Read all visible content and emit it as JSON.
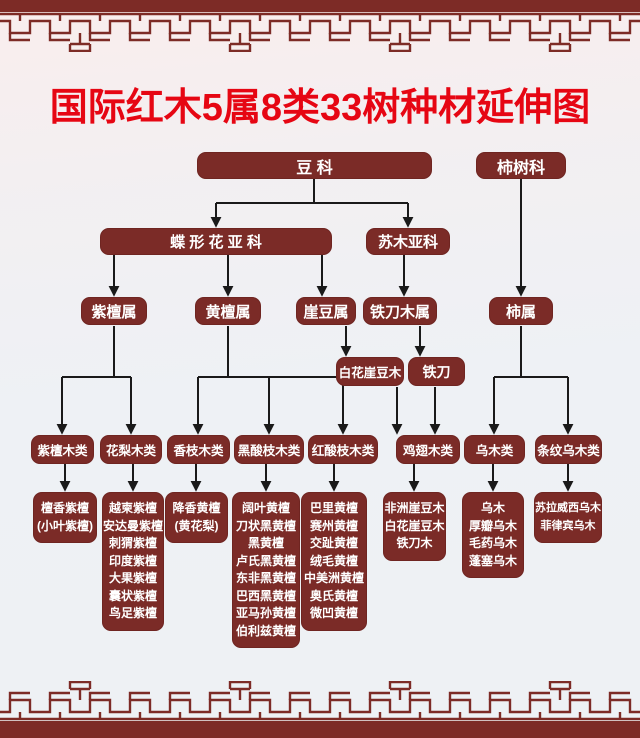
{
  "title": "国际红木5属8类33树种材延伸图",
  "colors": {
    "box": "#7b2b27",
    "border_frame": "#7d2b26",
    "title_red": "#e60613",
    "line_black": "#1a1a1a",
    "text_white": "#ffffff"
  },
  "nodes": {
    "legume_family": "豆  科",
    "persimmon_family": "柿树科",
    "papilionoideae": "蝶 形 花 亚 科",
    "caesalpinioideae": "苏木亚科",
    "pterocarpus_genus": "紫檀属",
    "dalbergia_genus": "黄檀属",
    "millettia_genus": "崖豆属",
    "senna_genus": "铁刀木属",
    "diospyros_genus": "柿属",
    "millettia_leucantha": "白花崖豆木",
    "tiedao": "铁刀"
  },
  "categories": [
    {
      "label": "紫檀木类",
      "species": [
        "檀香紫檀",
        "(小叶紫檀)"
      ]
    },
    {
      "label": "花梨木类",
      "species": [
        "越柬紫檀",
        "安达曼紫檀",
        "刺猬紫檀",
        "印度紫檀",
        "大果紫檀",
        "囊状紫檀",
        "鸟足紫檀"
      ]
    },
    {
      "label": "香枝木类",
      "species": [
        "降香黄檀",
        "(黄花梨)"
      ]
    },
    {
      "label": "黑酸枝木类",
      "species": [
        "阔叶黄檀",
        "刀状黑黄檀",
        "黑黄檀",
        "卢氏黑黄檀",
        "东非黑黄檀",
        "巴西黑黄檀",
        "亚马孙黄檀",
        "伯利兹黄檀"
      ]
    },
    {
      "label": "红酸枝木类",
      "species": [
        "巴里黄檀",
        "赛州黄檀",
        "交趾黄檀",
        "绒毛黄檀",
        "中美洲黄檀",
        "奥氏黄檀",
        "微凹黄檀"
      ]
    },
    {
      "label": "鸡翅木类",
      "species": [
        "非洲崖豆木",
        "白花崖豆木",
        "铁刀木"
      ]
    },
    {
      "label": "乌木类",
      "species": [
        "乌木",
        "厚瓣乌木",
        "毛药乌木",
        "蓬塞乌木"
      ]
    },
    {
      "label": "条纹乌木类",
      "species": [
        "苏拉威西乌木",
        "菲律宾乌木"
      ]
    }
  ]
}
